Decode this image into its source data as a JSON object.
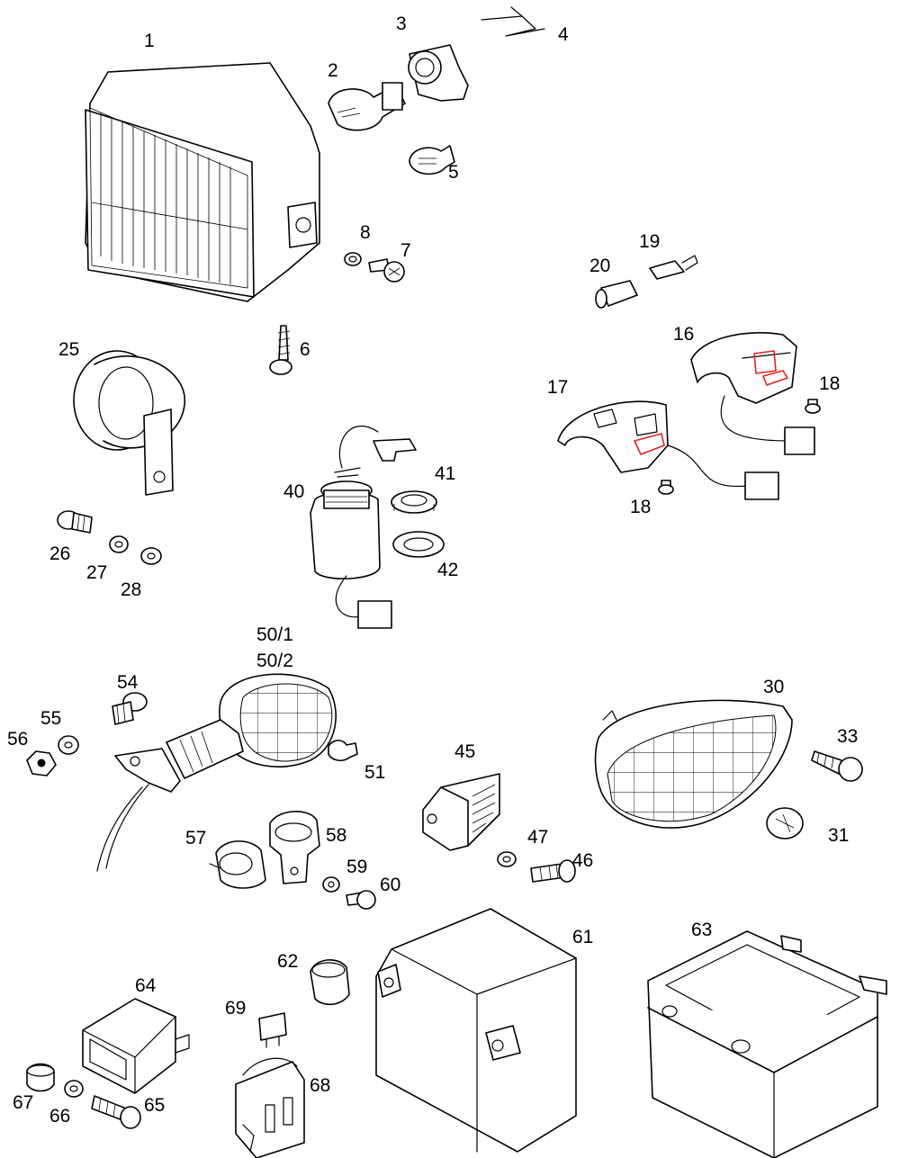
{
  "colors": {
    "line": "#000000",
    "background": "#ffffff",
    "highlight": "#e8221c"
  },
  "labels": {
    "p1": "1",
    "p2": "2",
    "p3": "3",
    "p4": "4",
    "p5": "5",
    "p6": "6",
    "p7": "7",
    "p8": "8",
    "p16": "16",
    "p17": "17",
    "p18a": "18",
    "p18b": "18",
    "p19": "19",
    "p20": "20",
    "p25": "25",
    "p26": "26",
    "p27": "27",
    "p28": "28",
    "p30": "30",
    "p31": "31",
    "p33": "33",
    "p40": "40",
    "p41": "41",
    "p42": "42",
    "p45": "45",
    "p46": "46",
    "p47": "47",
    "p50a": "50/1",
    "p50b": "50/2",
    "p51": "51",
    "p54": "54",
    "p55": "55",
    "p56": "56",
    "p57": "57",
    "p58": "58",
    "p59": "59",
    "p60": "60",
    "p61": "61",
    "p62": "62",
    "p63": "63",
    "p64": "64",
    "p65": "65",
    "p66": "66",
    "p67": "67",
    "p68": "68",
    "p69": "69"
  }
}
